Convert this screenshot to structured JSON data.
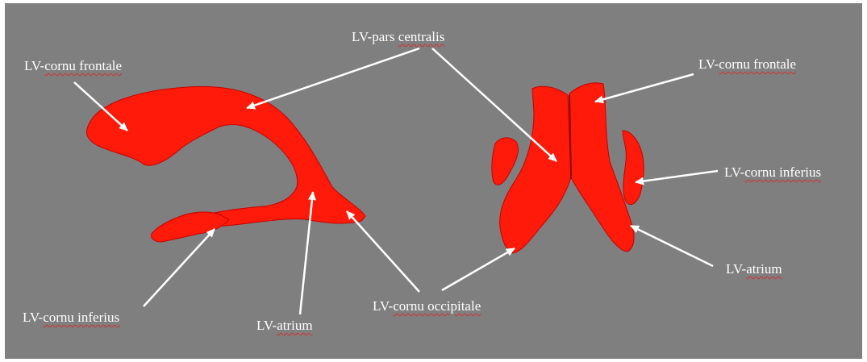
{
  "labels": {
    "frontale_left": {
      "prefix": "LV-",
      "term": "cornu frontale"
    },
    "pars_centralis": {
      "prefix": "LV-pars ",
      "term": "centralis"
    },
    "frontale_right": {
      "prefix": "LV-",
      "term": "cornu frontale"
    },
    "inferius_right": {
      "prefix": "LV-",
      "term": "cornu inferius"
    },
    "atrium_right": {
      "prefix": "LV-",
      "term": "atrium"
    },
    "inferius_left": {
      "prefix": "LV-",
      "term": "cornu inferius"
    },
    "atrium_left": {
      "prefix": "LV-",
      "term": "atrium"
    },
    "occipitale": {
      "prefix": "LV-",
      "term": "cornu occipitale"
    }
  },
  "colors": {
    "background": "#7f7f7f",
    "structure": "#ff1a0a",
    "arrow": "#ffffff"
  }
}
